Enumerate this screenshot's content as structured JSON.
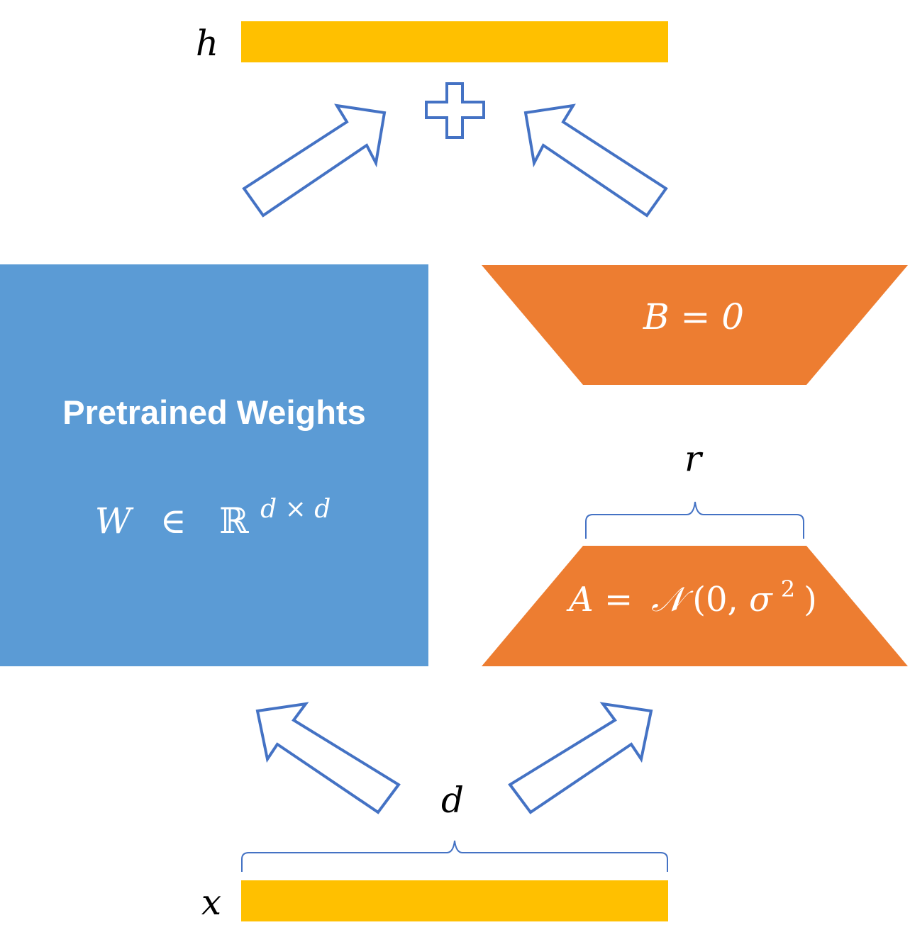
{
  "labels": {
    "output_var": "h",
    "input_var": "x",
    "pretrained_title": "Pretrained Weights",
    "weight_symbol": "W",
    "element_of": "∈",
    "real_set": "ℝ",
    "weight_dims": "d × d",
    "b_matrix": "B = 0",
    "a_matrix_lhs": "A =",
    "a_matrix_dist": "𝒩",
    "a_matrix_args_open": "(0, ",
    "a_matrix_sigma": "σ",
    "a_matrix_sigma_exp": "2",
    "a_matrix_args_close": ")",
    "rank_label": "r",
    "dim_label": "d",
    "plus_symbol": "+"
  },
  "colors": {
    "vector_bar": "#FFC000",
    "pretrained_block": "#5B9BD5",
    "lora_block": "#ED7D31",
    "arrow_stroke": "#4472C4",
    "text_dark": "#000000",
    "text_light": "#FFFFFF"
  },
  "icons": {
    "add": "plus-icon",
    "flow": "hollow-arrow-icon"
  }
}
